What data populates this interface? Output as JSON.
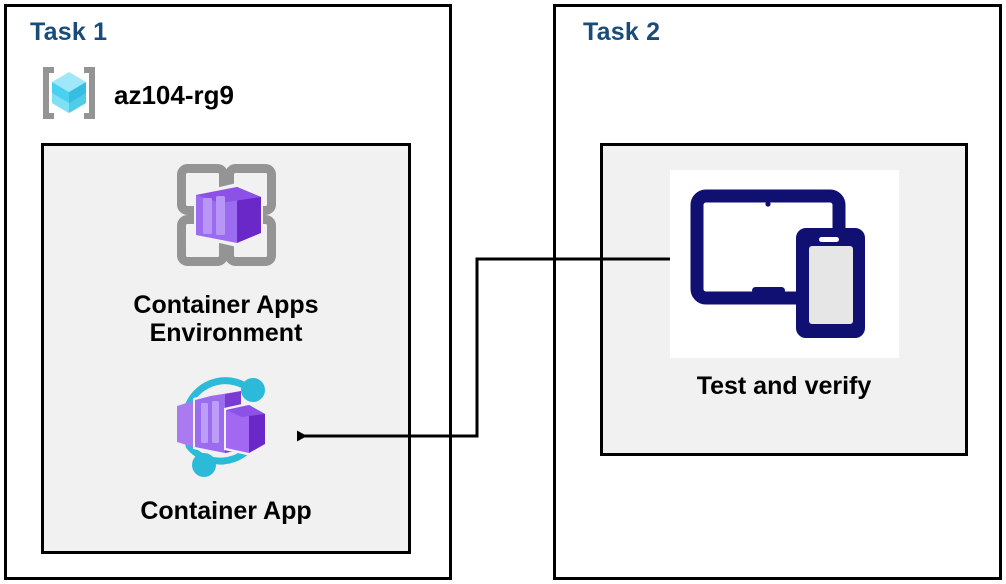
{
  "diagram": {
    "title": "Azure Container Apps task diagram",
    "background": "#ffffff",
    "colors": {
      "task_label": "#1A4C7A",
      "panel_border": "#000000",
      "inner_panel_fill": "#F1F1F1",
      "container_purple": "#7A3BD4",
      "container_purple_light": "#A97BEF",
      "accent_cyan": "#2BBBD8",
      "resource_group_cyan": "#58D8F5",
      "device_navy": "#101073",
      "frame_gray": "#949494"
    }
  },
  "panels": [
    {
      "id": "task1",
      "label": "Task 1",
      "resource_group": {
        "name": "az104-rg9",
        "icon": "resource-group-icon"
      },
      "nodes": [
        {
          "id": "container-apps-environment",
          "icon": "container-apps-environment-icon",
          "caption": "Container Apps\nEnvironment"
        },
        {
          "id": "container-app",
          "icon": "container-app-icon",
          "caption": "Container App"
        }
      ]
    },
    {
      "id": "task2",
      "label": "Task 2",
      "nodes": [
        {
          "id": "test-and-verify",
          "icon": "test-and-verify-devices-icon",
          "caption": "Test and verify"
        }
      ]
    }
  ],
  "connectors": [
    {
      "id": "test-to-container-app",
      "from": "test-and-verify",
      "to": "container-app",
      "arrowhead": "to",
      "style": "orthogonal-solid-black"
    }
  ]
}
